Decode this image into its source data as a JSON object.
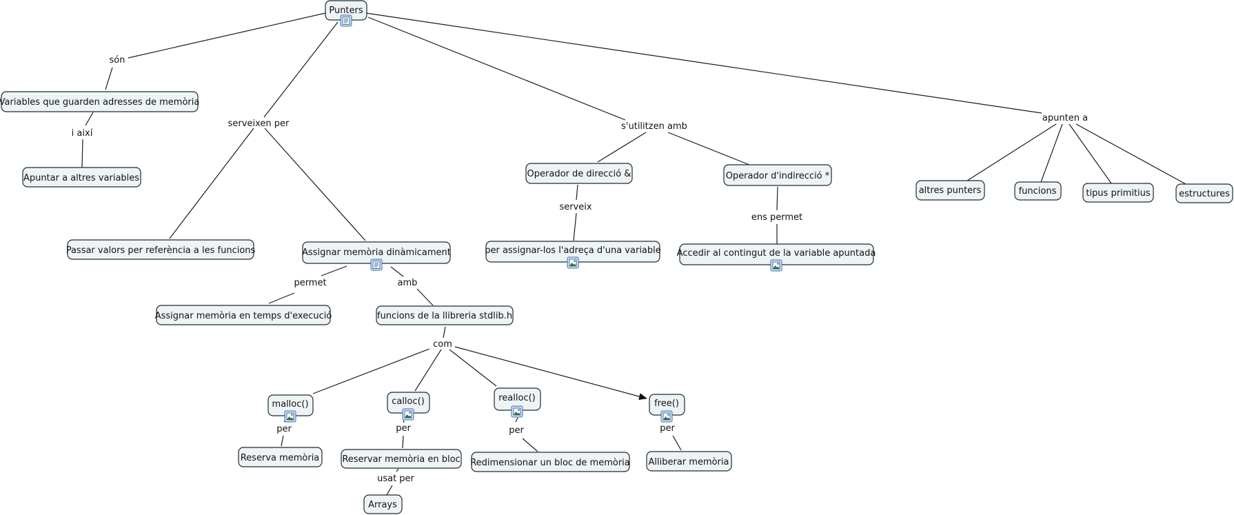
{
  "concepts": {
    "punters": "Punters",
    "variables_adreces": "Variables que guarden adresses de memòria",
    "apuntar_altres": "Apuntar a altres variables",
    "passar_valors": "Passar valors per referència a les funcions",
    "assignar_dinamica": "Assignar memòria dinàmicament",
    "assignar_execucio": "Assignar memòria en temps d'execució",
    "funcions_stdlib": "funcions de la llibreria stdlib.h",
    "malloc": "malloc()",
    "calloc": "calloc()",
    "realloc": "realloc()",
    "free": "free()",
    "reserva": "Reserva memòria",
    "reservar_bloc": "Reservar memòria en bloc",
    "arrays": "Arrays",
    "redimensionar": "Redimensionar un bloc de memòria",
    "alliberar": "Alliberar memòria",
    "op_direccio": "Operador de direcció &",
    "op_indireccio": "Operador d'indirecció *",
    "per_assignar": "per assignar-los l'adreça d'una variable",
    "accedir": "Accedir al contingut de la variable apuntada",
    "altres_punters": "altres punters",
    "funcions": "funcions",
    "tipus_primitius": "tipus primitius",
    "estructures": "estructures"
  },
  "links": {
    "son": "són",
    "i_aixi": "i així",
    "serveixen_per": "serveixen per",
    "sutilitzen_amb": "s'utilitzen amb",
    "apunten_a": "apunten a",
    "permet": "permet",
    "amb": "amb",
    "com": "com",
    "per_malloc": "per",
    "per_calloc": "per",
    "per_realloc": "per",
    "per_free": "per",
    "usat_per": "usat per",
    "serveix": "serveix",
    "ens_permet": "ens permet"
  },
  "icons": {
    "document": "document-icon",
    "image": "image-icon"
  }
}
